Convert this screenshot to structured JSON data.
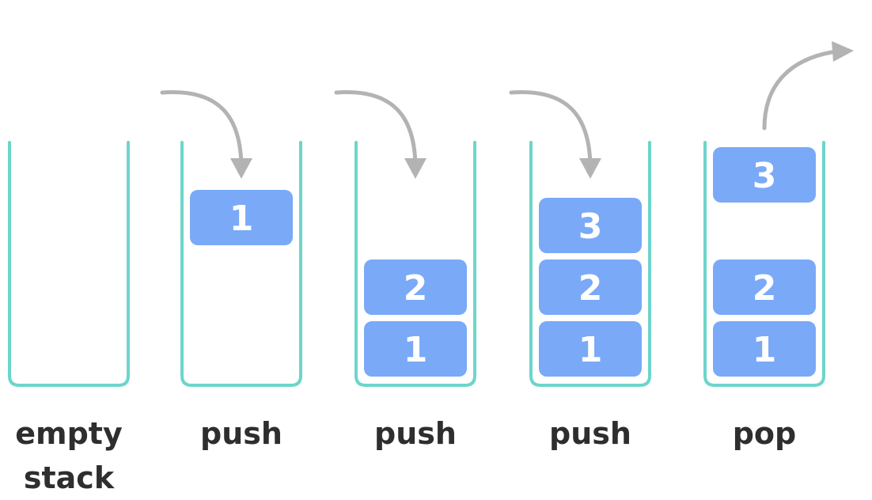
{
  "diagram": {
    "colors": {
      "container": "#6dd5cb",
      "item_fill": "#7aa9f7",
      "item_text": "#ffffff",
      "arrow": "#b3b3b3",
      "label_text": "#2e2e2e"
    },
    "stages": [
      {
        "label_line1": "empty",
        "label_line2": "stack",
        "items": [],
        "arrow": "none"
      },
      {
        "label_line1": "push",
        "label_line2": "",
        "items": [
          "1"
        ],
        "arrow": "in"
      },
      {
        "label_line1": "push",
        "label_line2": "",
        "items": [
          "1",
          "2"
        ],
        "arrow": "in"
      },
      {
        "label_line1": "push",
        "label_line2": "",
        "items": [
          "1",
          "2",
          "3"
        ],
        "arrow": "in"
      },
      {
        "label_line1": "pop",
        "label_line2": "",
        "items": [
          "1",
          "2"
        ],
        "popped": "3",
        "arrow": "out"
      }
    ]
  }
}
